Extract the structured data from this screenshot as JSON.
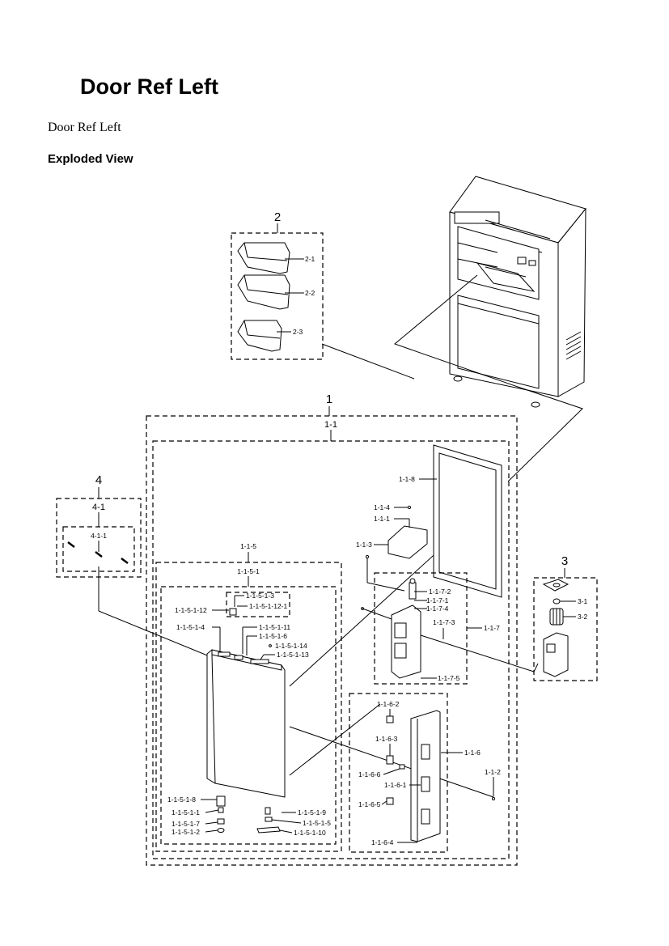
{
  "page": {
    "title": "Door Ref Left",
    "subtitle": "Door Ref Left",
    "section": "Exploded View"
  },
  "groups": {
    "g1": "1",
    "g1_1": "1-1",
    "g2": "2",
    "g3": "3",
    "g4": "4",
    "g4_1": "4-1",
    "g4_1_1": "4-1-1"
  },
  "parts": {
    "p2_1": "2-1",
    "p2_2": "2-2",
    "p2_3": "2-3",
    "p3_1": "3-1",
    "p3_2": "3-2",
    "p1_1_8": "1-1-8",
    "p1_1_4": "1-1-4",
    "p1_1_1": "1-1-1",
    "p1_1_3": "1-1-3",
    "p1_1_7_2": "1-1-7-2",
    "p1_1_7_1": "1-1-7-1",
    "p1_1_7_4": "1-1-7-4",
    "p1_1_7_3": "1-1-7-3",
    "p1_1_7": "1-1-7",
    "p1_1_7_5": "1-1-7-5",
    "p1_1_5": "1-1-5",
    "p1_1_5_1": "1-1-5-1",
    "p1_1_5_1_3": "1-1-5-1-3",
    "p1_1_5_1_12": "1-1-5-1-12",
    "p1_1_5_1_12_1": "1-1-5-1-12-1",
    "p1_1_5_1_4": "1-1-5-1-4",
    "p1_1_5_1_11": "1-1-5-1-11",
    "p1_1_5_1_6": "1-1-5-1-6",
    "p1_1_5_1_14": "1-1-5-1-14",
    "p1_1_5_1_13": "1-1-5-1-13",
    "p1_1_5_1_8": "1-1-5-1-8",
    "p1_1_5_1_1": "1-1-5-1-1",
    "p1_1_5_1_7": "1-1-5-1-7",
    "p1_1_5_1_2": "1-1-5-1-2",
    "p1_1_5_1_9": "1-1-5-1-9",
    "p1_1_5_1_5": "1-1-5-1-5",
    "p1_1_5_1_10": "1-1-5-1-10",
    "p1_1_6_2": "1-1-6-2",
    "p1_1_6_3": "1-1-6-3",
    "p1_1_6": "1-1-6",
    "p1_1_6_6": "1-1-6-6",
    "p1_1_6_1": "1-1-6-1",
    "p1_1_2": "1-1-2",
    "p1_1_6_5": "1-1-6-5",
    "p1_1_6_4": "1-1-6-4"
  }
}
